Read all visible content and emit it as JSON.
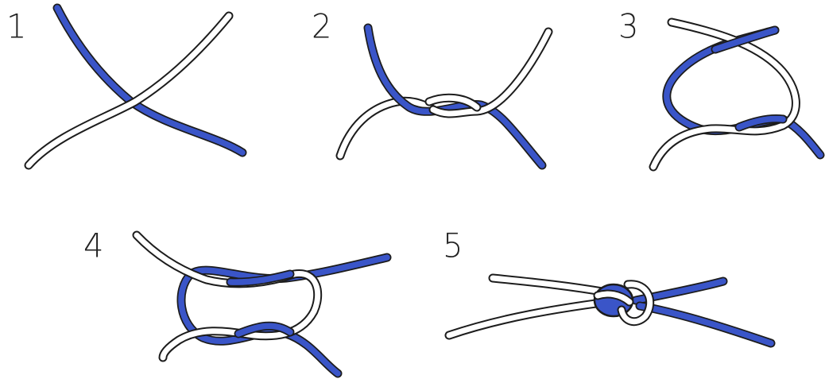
{
  "steps": [
    {
      "number": "1"
    },
    {
      "number": "2"
    },
    {
      "number": "3"
    },
    {
      "number": "4"
    },
    {
      "number": "5"
    }
  ],
  "colors": {
    "blue_rope": "#3a55c8",
    "white_rope": "#ffffff",
    "outline": "#1c1c1c"
  }
}
